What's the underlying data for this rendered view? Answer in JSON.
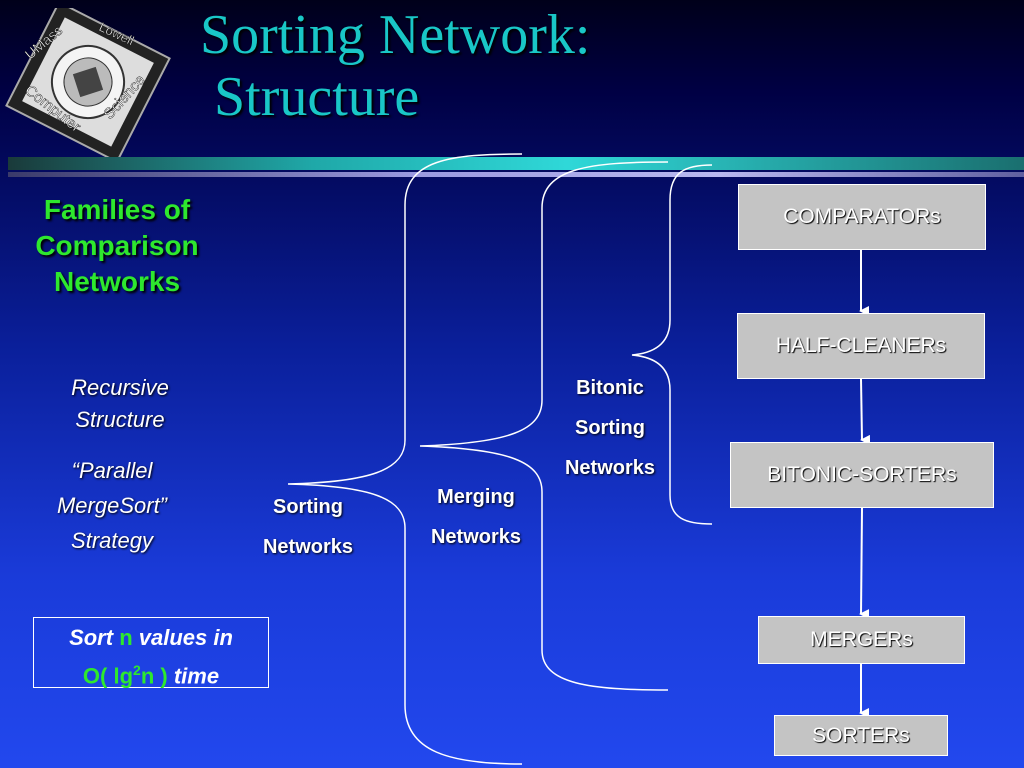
{
  "slide": {
    "title_line1": "Sorting Network:",
    "title_line2": "Structure",
    "logo": {
      "ring_left": "UMass",
      "ring_right": "Lowell",
      "bottom_left": "Computer",
      "bottom_right": "Science"
    },
    "families_heading": "Families of Comparison Networks",
    "recursive_line1": "Recursive",
    "recursive_line2": "Structure",
    "parallel_line1": "“Parallel",
    "parallel_line2": "MergeSort”",
    "parallel_line3": "Strategy",
    "sort_box": {
      "part1": "Sort ",
      "n": "n",
      "part2": " values in",
      "part3": "O( lg",
      "sup": "2",
      "part4": "n )",
      "part5": " time"
    },
    "network_labels": {
      "sorting_line1": "Sorting",
      "sorting_line2": "Networks",
      "merging_line1": "Merging",
      "merging_line2": "Networks",
      "bitonic_line1": "Bitonic",
      "bitonic_line2": "Sorting",
      "bitonic_line3": "Networks"
    },
    "nodes": [
      "COMPARATORs",
      "HALF-CLEANERs",
      "BITONIC-SORTERs",
      "MERGERs",
      "SORTERs"
    ]
  }
}
